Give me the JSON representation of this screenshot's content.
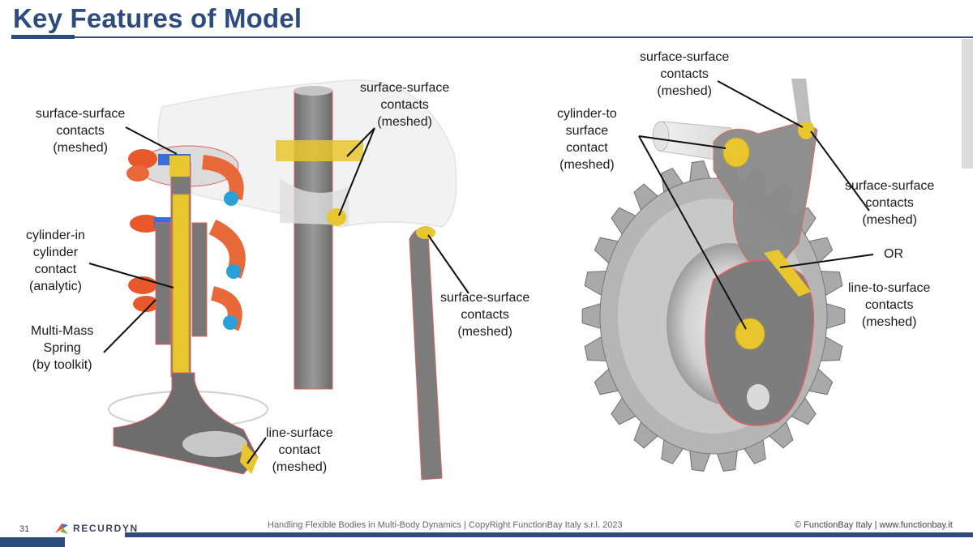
{
  "slide": {
    "title": "Key Features of Model",
    "page_number": "31",
    "logo_text": "RECURDYN",
    "footer_center": "Handling Flexible Bodies in Multi-Body Dynamics | CopyRight FunctionBay Italy s.r.l. 2023",
    "footer_right": "© FunctionBay Italy | www.functionbay.it"
  },
  "labels": {
    "ss_top_left": [
      "surface-surface",
      "contacts",
      "(meshed)"
    ],
    "cyl_in_cyl": [
      "cylinder-in",
      "cylinder",
      "contact",
      "(analytic)"
    ],
    "multimass": [
      "Multi-Mass",
      "Spring",
      "(by toolkit)"
    ],
    "ss_center_top": [
      "surface-surface",
      "contacts",
      "(meshed)"
    ],
    "ss_center_right": [
      "surface-surface",
      "contacts",
      "(meshed)"
    ],
    "line_surface": [
      "line-surface",
      "contact",
      "(meshed)"
    ],
    "ss_gear_top": [
      "surface-surface",
      "contacts",
      "(meshed)"
    ],
    "cyl_to_surface": [
      "cylinder-to",
      "surface",
      "contact",
      "(meshed)"
    ],
    "ss_gear_right": [
      "surface-surface",
      "contacts",
      "(meshed)"
    ],
    "or_text": [
      "OR"
    ],
    "line_to_surface": [
      "line-to-surface",
      "contacts",
      "(meshed)"
    ]
  },
  "colors": {
    "title_blue": "#2d4b7c",
    "contact_yellow": "#e8c72e",
    "spring_orange": "#e8582a",
    "spring_blue": "#3a6fd8",
    "spring_cyan": "#2aa0d8",
    "body_gray": "#8a8a8a"
  }
}
